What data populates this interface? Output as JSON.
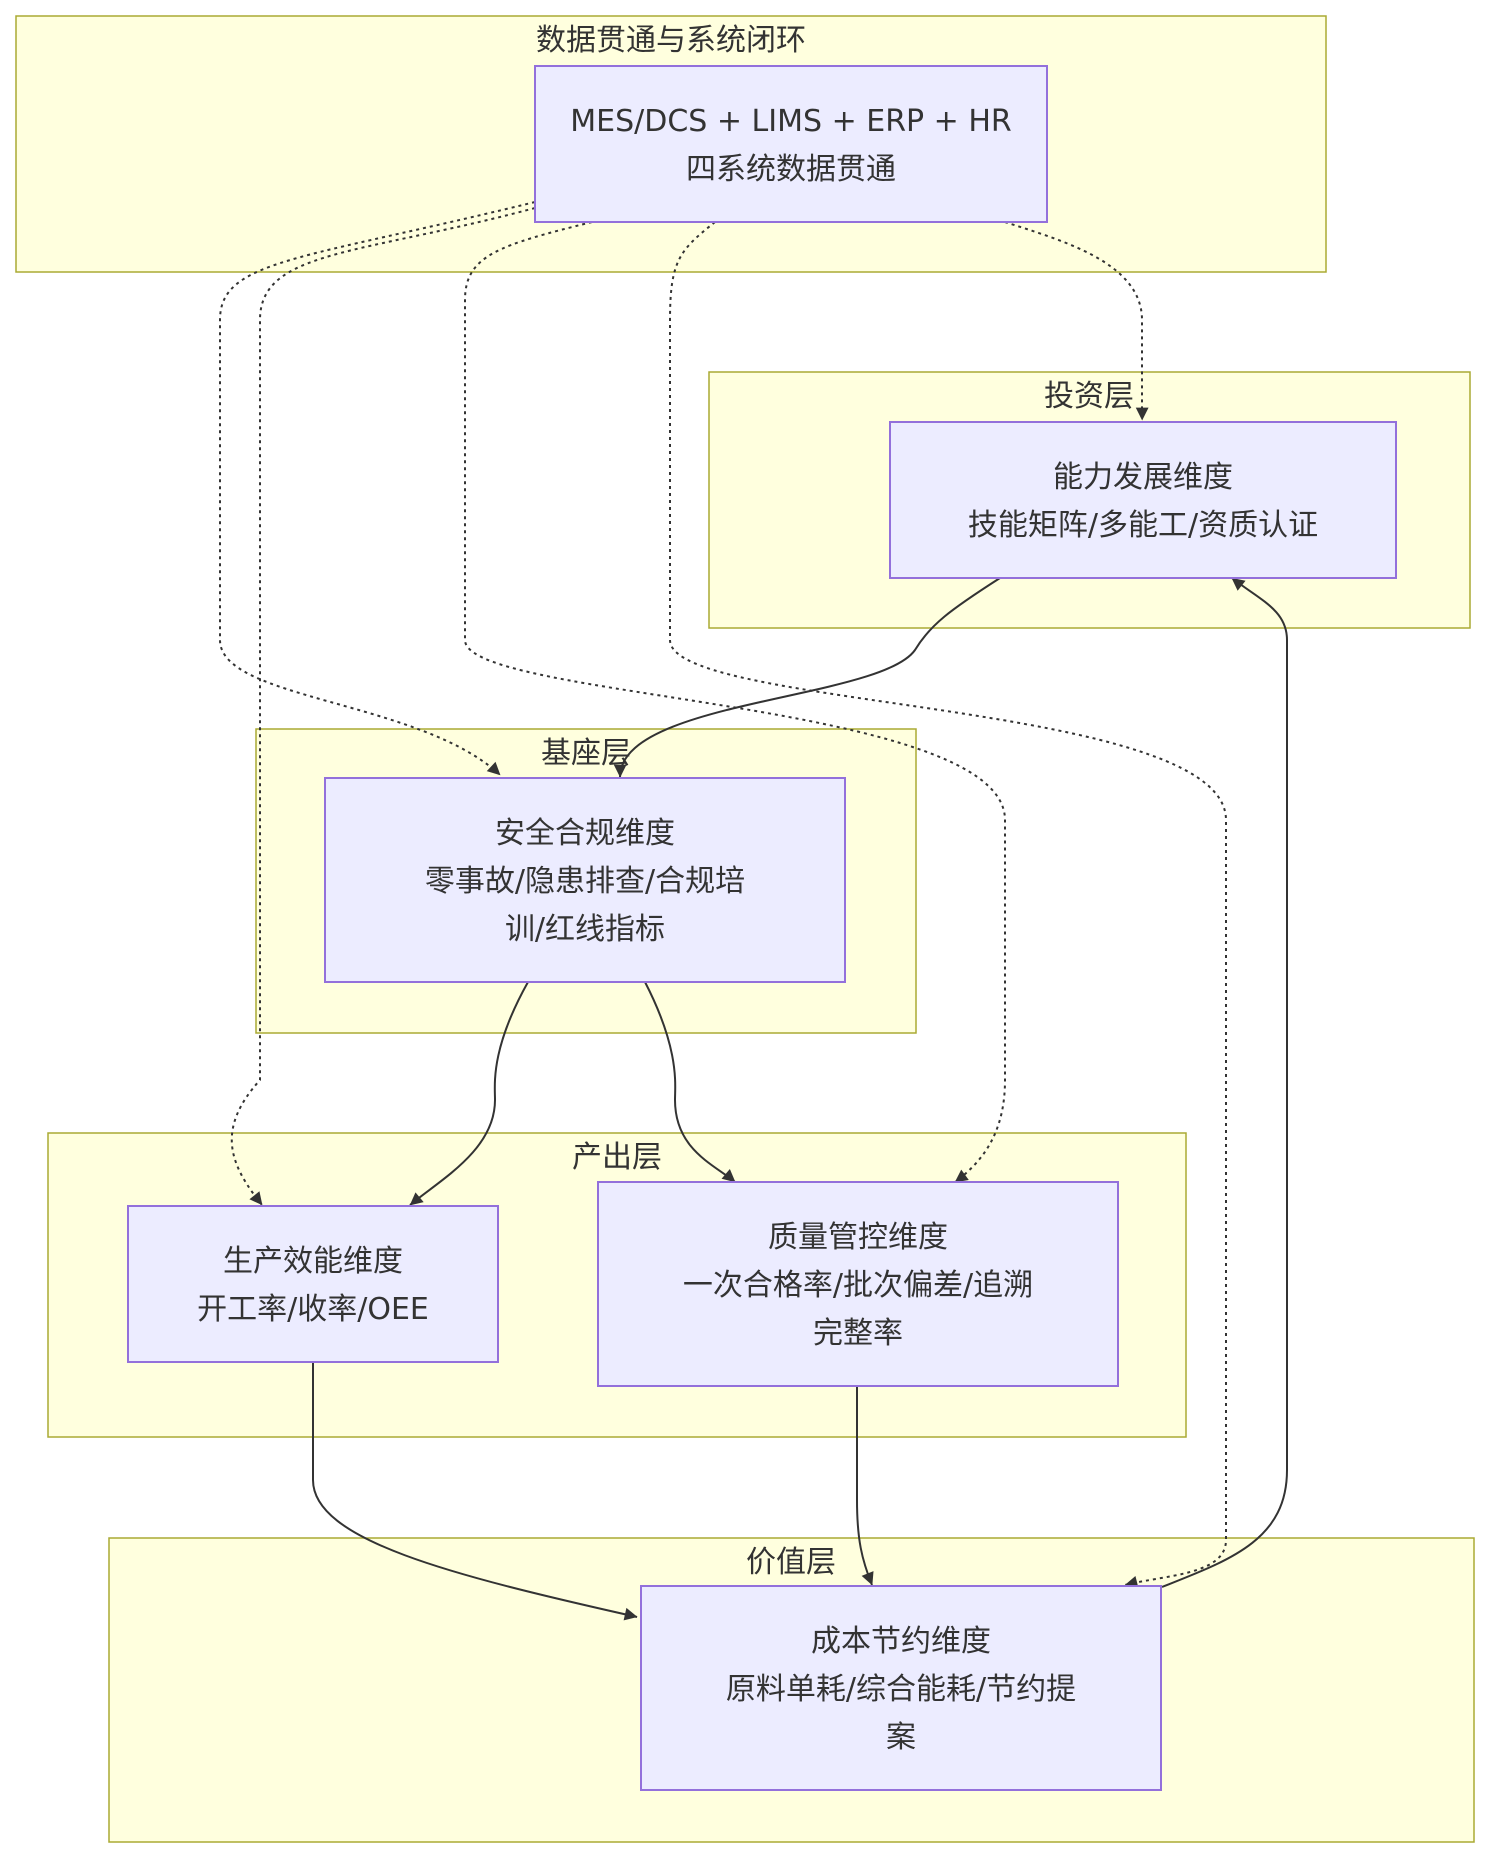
{
  "clusters": {
    "data": {
      "label": "数据贯通与系统闭环"
    },
    "investment": {
      "label": "投资层"
    },
    "base": {
      "label": "基座层"
    },
    "output": {
      "label": "产出层"
    },
    "value": {
      "label": "价值层"
    }
  },
  "nodes": {
    "data_node": {
      "lines": [
        "MES/DCS + LIMS + ERP + HR",
        "四系统数据贯通"
      ]
    },
    "capability": {
      "lines": [
        "能力发展维度",
        "技能矩阵/多能工/资质认证"
      ]
    },
    "safety": {
      "lines": [
        "安全合规维度",
        "零事故/隐患排查/合规培",
        "训/红线指标"
      ]
    },
    "efficiency": {
      "lines": [
        "生产效能维度",
        "开工率/收率/OEE"
      ]
    },
    "quality": {
      "lines": [
        "质量管控维度",
        "一次合格率/批次偏差/追溯",
        "完整率"
      ]
    },
    "cost": {
      "lines": [
        "成本节约维度",
        "原料单耗/综合能耗/节约提",
        "案"
      ]
    }
  },
  "colors": {
    "cluster_fill": "#ffffde",
    "cluster_stroke": "#aaaa33",
    "node_fill": "#ececff",
    "node_stroke": "#9370db",
    "edge": "#333333",
    "text": "#333333"
  }
}
